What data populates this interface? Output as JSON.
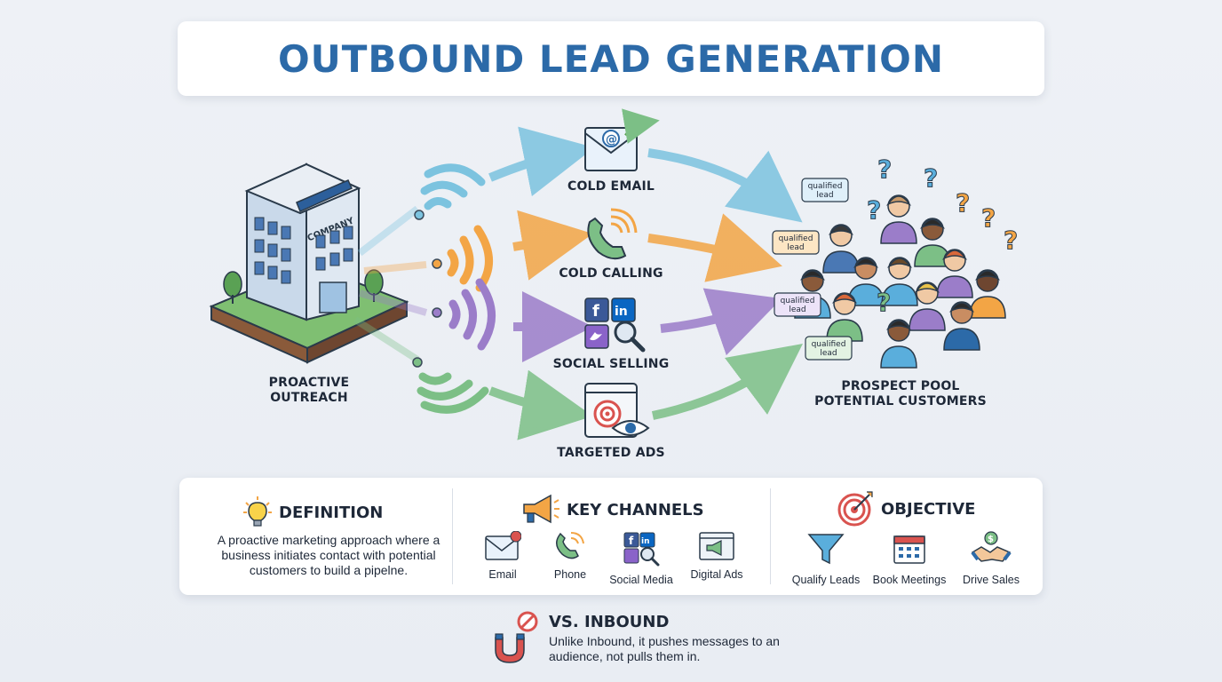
{
  "title": "OUTBOUND LEAD GENERATION",
  "source": {
    "label_line1": "PROACTIVE",
    "label_line2": "OUTREACH"
  },
  "channels": [
    {
      "label": "COLD EMAIL",
      "color": "#7cc3df",
      "icon": "envelope-icon"
    },
    {
      "label": "COLD CALLING",
      "color": "#f3a545",
      "icon": "phone-icon"
    },
    {
      "label": "SOCIAL SELLING",
      "color": "#9b7dc9",
      "icon": "social-media-icon"
    },
    {
      "label": "TARGETED ADS",
      "color": "#7cbf86",
      "icon": "ad-target-icon"
    }
  ],
  "prospects": {
    "label_line1": "PROSPECT POOL",
    "label_line2": "POTENTIAL CUSTOMERS",
    "tags": [
      "qualified lead",
      "qualified lead",
      "qualified lead",
      "qualified lead"
    ]
  },
  "definition": {
    "heading": "DEFINITION",
    "text": "A proactive marketing approach where a business initiates contact with potential customers to build a pipelne."
  },
  "key_channels": {
    "heading": "KEY CHANNELS",
    "items": [
      {
        "label": "Email",
        "icon": "envelope-icon"
      },
      {
        "label": "Phone",
        "icon": "phone-icon"
      },
      {
        "label": "Social Media",
        "icon": "social-media-icon"
      },
      {
        "label": "Digital Ads",
        "icon": "megaphone-ad-icon"
      }
    ]
  },
  "objective": {
    "heading": "OBJECTIVE",
    "items": [
      {
        "label": "Qualify Leads",
        "icon": "funnel-icon"
      },
      {
        "label": "Book Meetings",
        "icon": "calendar-icon"
      },
      {
        "label": "Drive Sales",
        "icon": "handshake-icon"
      }
    ]
  },
  "vs_inbound": {
    "heading": "VS. INBOUND",
    "text": "Unlike Inbound, it pushes messages to an audience, not pulls them in."
  },
  "colors": {
    "title": "#2c6aa8",
    "email": "#7cc3df",
    "call": "#f3a545",
    "social": "#9b7dc9",
    "ads": "#7cbf86",
    "text": "#1e2838"
  }
}
